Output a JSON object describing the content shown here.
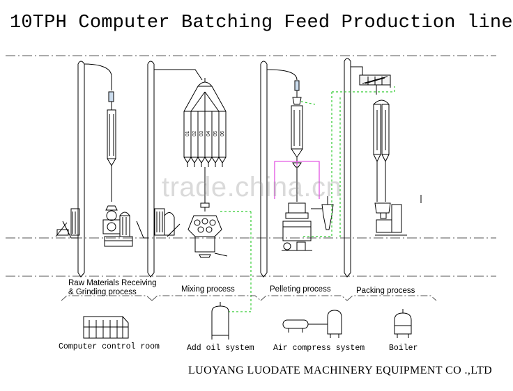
{
  "title": "10TPH Computer Batching Feed Production line",
  "watermark": "trade.china.cn",
  "sections": {
    "raw_line1": "Raw Materials Receiving",
    "raw_line2": "& Grinding process",
    "mixing": "Mixing process",
    "pelleting": "Pelleting process",
    "packing": "Packing process"
  },
  "bin_numbers": [
    "01",
    "02",
    "03",
    "04",
    "05",
    "06"
  ],
  "auxiliaries": {
    "control_room": "Computer control room",
    "add_oil": "Add oil system",
    "air_compress": "Air compress system",
    "boiler": "Boiler"
  },
  "company": "LUOYANG LUODATE MACHINERY EQUIPMENT CO .,LTD",
  "colors": {
    "line": "#000000",
    "green_pipe": "#33cc33",
    "magenta_pipe": "#dd33dd",
    "guide": "#555555"
  }
}
